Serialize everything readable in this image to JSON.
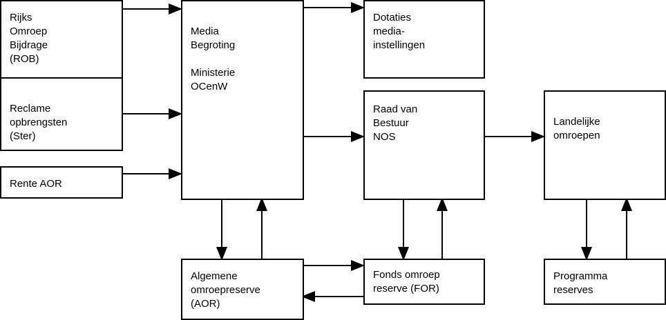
{
  "diagram": {
    "boxes": {
      "rob": [
        "Rijks",
        "Omroep",
        "Bijdrage",
        "(ROB)"
      ],
      "ster": [
        "Reclame",
        "opbrengsten",
        "(Ster)"
      ],
      "rente": [
        "Rente AOR"
      ],
      "media": {
        "title": [
          "Media",
          "Begroting"
        ],
        "subtitle": [
          "Ministerie",
          "OCenW"
        ]
      },
      "aor": [
        "Algemene",
        "omroepreserve",
        "(AOR)"
      ],
      "dotaties": [
        "Dotaties",
        "media-",
        "instellingen"
      ],
      "raad": [
        "Raad van",
        "Bestuur",
        "NOS"
      ],
      "for": [
        "Fonds omroep",
        "reserve (FOR)"
      ],
      "landelijke": [
        "Landelijke",
        "omroepen"
      ],
      "programma": [
        "Programma",
        "reserves"
      ]
    },
    "colors": {
      "line": "#000000",
      "background": "#ffffff"
    }
  }
}
